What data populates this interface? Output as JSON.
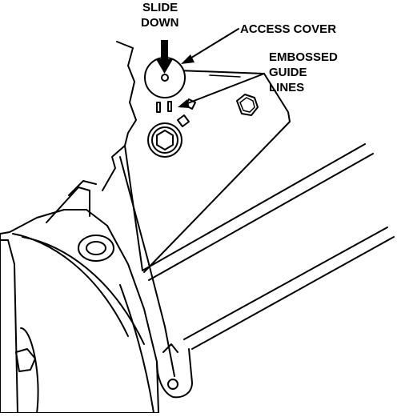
{
  "labels": {
    "slide_line1": "SLIDE",
    "slide_line2": "DOWN",
    "access_cover": "ACCESS COVER",
    "embossed_line1": "EMBOSSED",
    "embossed_line2": "GUIDE",
    "embossed_line3": "LINES"
  },
  "colors": {
    "ink": "#000000",
    "paper": "#ffffff"
  }
}
